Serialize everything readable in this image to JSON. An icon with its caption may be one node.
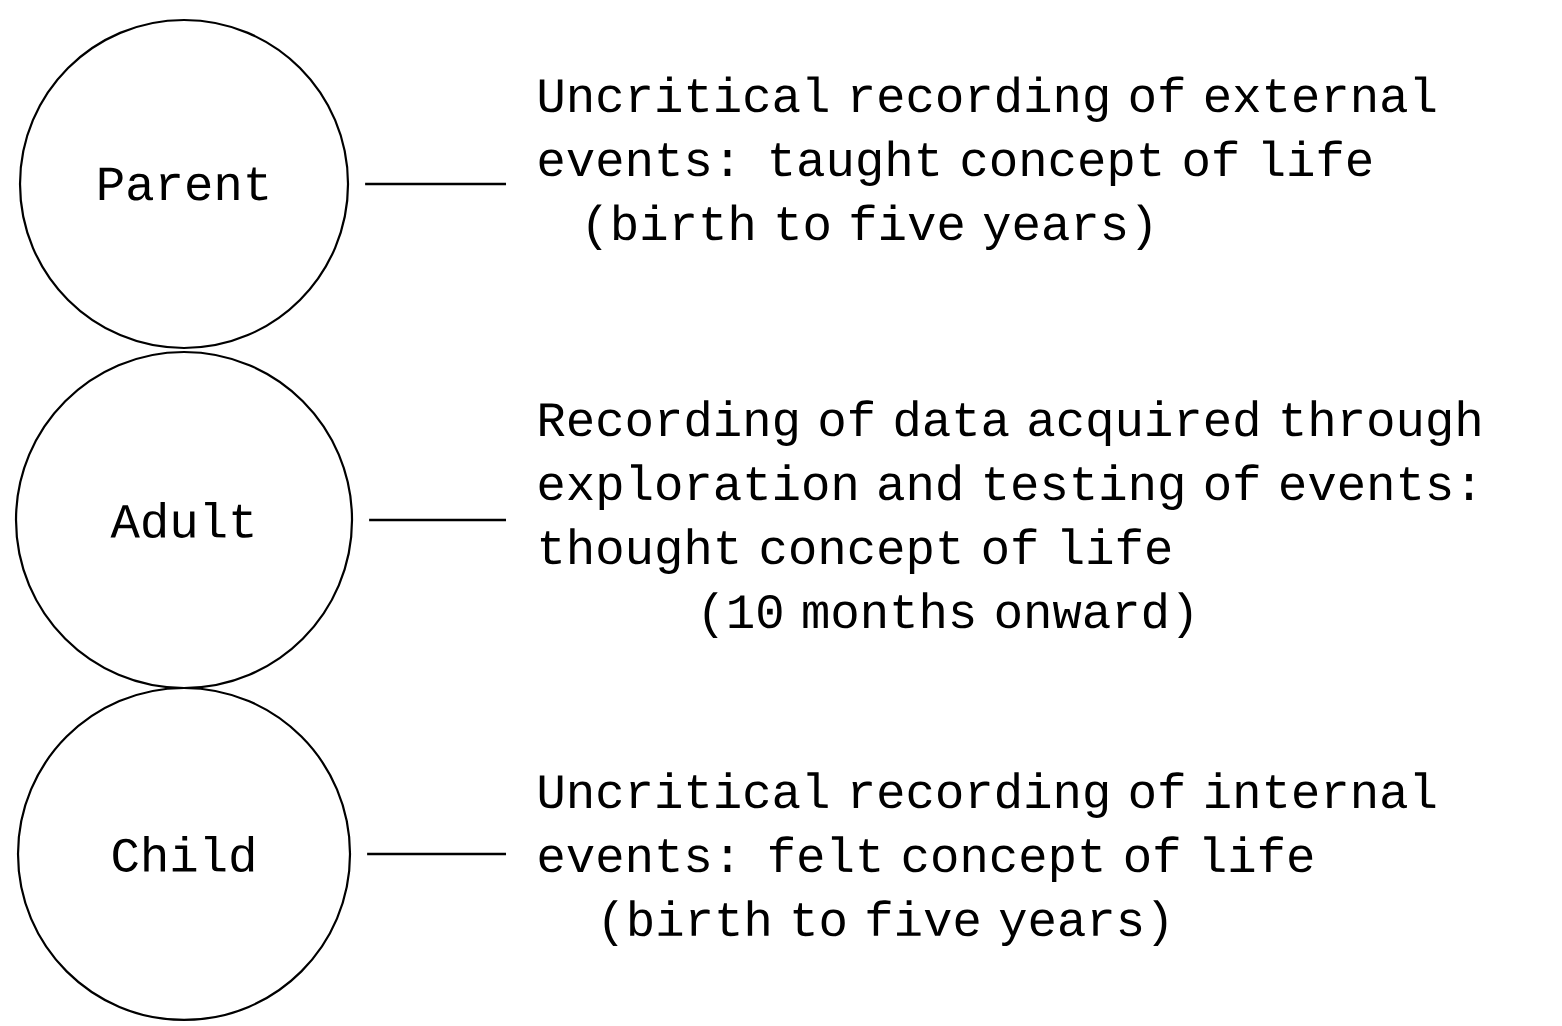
{
  "diagram": {
    "nodes": [
      {
        "text": [
          "Parent"
        ]
      },
      {
        "text": [
          "Adult"
        ]
      },
      {
        "text": [
          "Child"
        ]
      },
      {
        "text": [
          "Uncritical recording of external events: taught concept of life",
          "(birth to five years)"
        ]
      },
      {
        "text": [
          "Recording of data acquired through exploration and testing of events: thought concept of life",
          "(10 months onward)"
        ]
      },
      {
        "text": [
          "Uncritical recording of internal events: felt concept of life",
          "(birth to five years)"
        ]
      }
    ],
    "edges": [
      {
        "from": 0,
        "to": 3,
        "arrow": "none"
      },
      {
        "from": 1,
        "to": 4,
        "arrow": "none"
      },
      {
        "from": 2,
        "to": 5,
        "arrow": "none"
      }
    ]
  }
}
